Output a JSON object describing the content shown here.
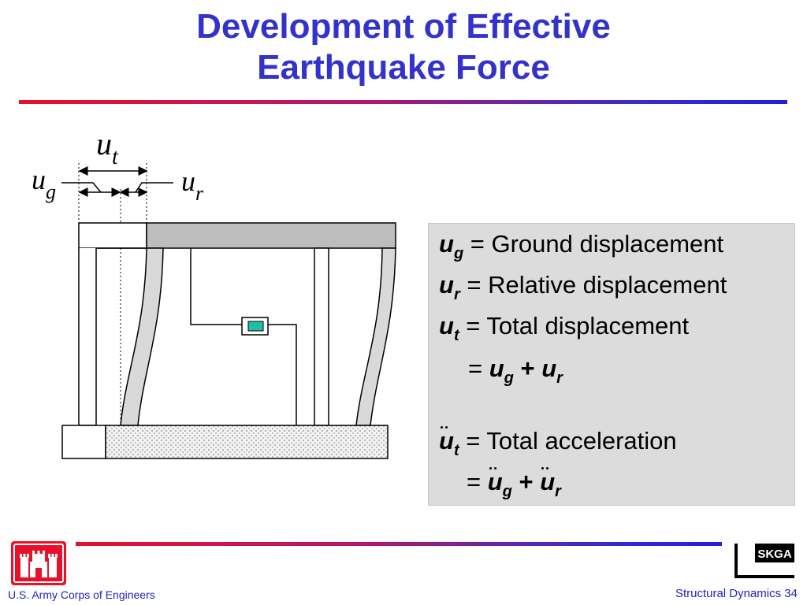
{
  "title": {
    "line1": "Development of Effective",
    "line2": "Earthquake Force"
  },
  "diagram": {
    "label_ut": "u",
    "label_ut_sub": "t",
    "label_ug": "u",
    "label_ug_sub": "g",
    "label_ur": "u",
    "label_ur_sub": "r"
  },
  "legend": {
    "ug": {
      "sym": "u",
      "sub": "g",
      "text": " = Ground displacement"
    },
    "ur": {
      "sym": "u",
      "sub": "r",
      "text": " = Relative displacement"
    },
    "ut": {
      "sym": "u",
      "sub": "t",
      "text": " = Total displacement"
    },
    "ut_eq": {
      "eq": "= ",
      "a": "u",
      "a_sub": "g",
      "plus": " + ",
      "b": "u",
      "b_sub": "r"
    },
    "acc": {
      "sym": "u",
      "sub": "t",
      "text": " = Total acceleration"
    },
    "acc_eq": {
      "eq": "= ",
      "a": "u",
      "a_sub": "g",
      "plus": " + ",
      "b": "u",
      "b_sub": "r"
    }
  },
  "footer": {
    "left": "U.S. Army Corps of Engineers",
    "right": "Structural Dynamics 34",
    "badge": "SKGA"
  },
  "colors": {
    "title": "#3333cc",
    "footer": "#2222bb",
    "logo": "#e8102a",
    "box": "#dcdcdc",
    "mass": "#20c0a0"
  },
  "icons": [
    "castle-icon",
    "skga-logo"
  ]
}
